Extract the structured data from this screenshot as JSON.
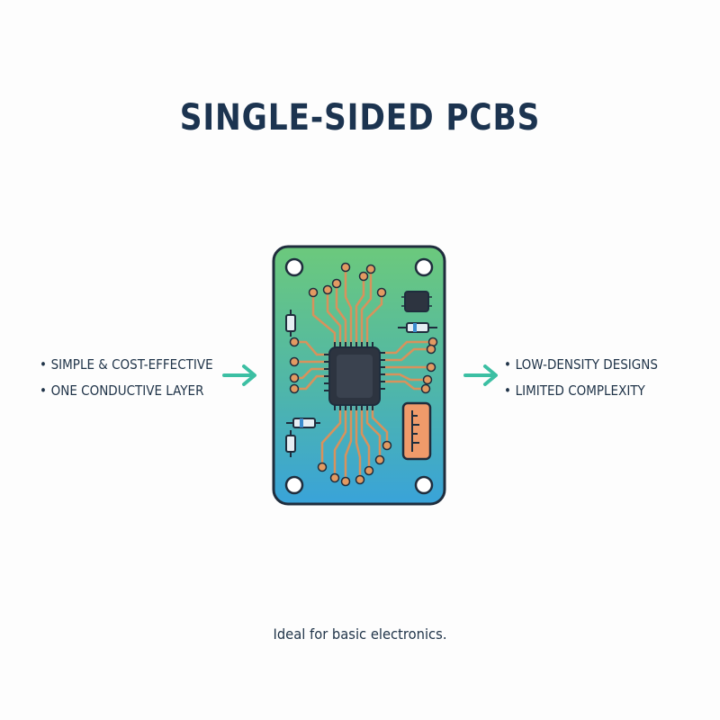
{
  "title": "SINGLE-SIDED PCBS",
  "left_features": [
    "SIMPLE & COST-EFFECTIVE",
    "ONE CONDUCTIVE LAYER"
  ],
  "right_features": [
    "LOW-DENSITY DESIGNS",
    "LIMITED COMPLEXITY"
  ],
  "caption": "Ideal for basic electronics.",
  "icons": {
    "board": "pcb-board-icon",
    "chip": "microchip-icon",
    "arrow": "right-arrow-icon"
  },
  "colors": {
    "title": "#1c3450",
    "arrow": "#3cbfa3",
    "board_top": "#6cc97c",
    "board_bottom": "#39a3d9",
    "trace": "#d8925c",
    "outline": "#1f2d3d"
  }
}
